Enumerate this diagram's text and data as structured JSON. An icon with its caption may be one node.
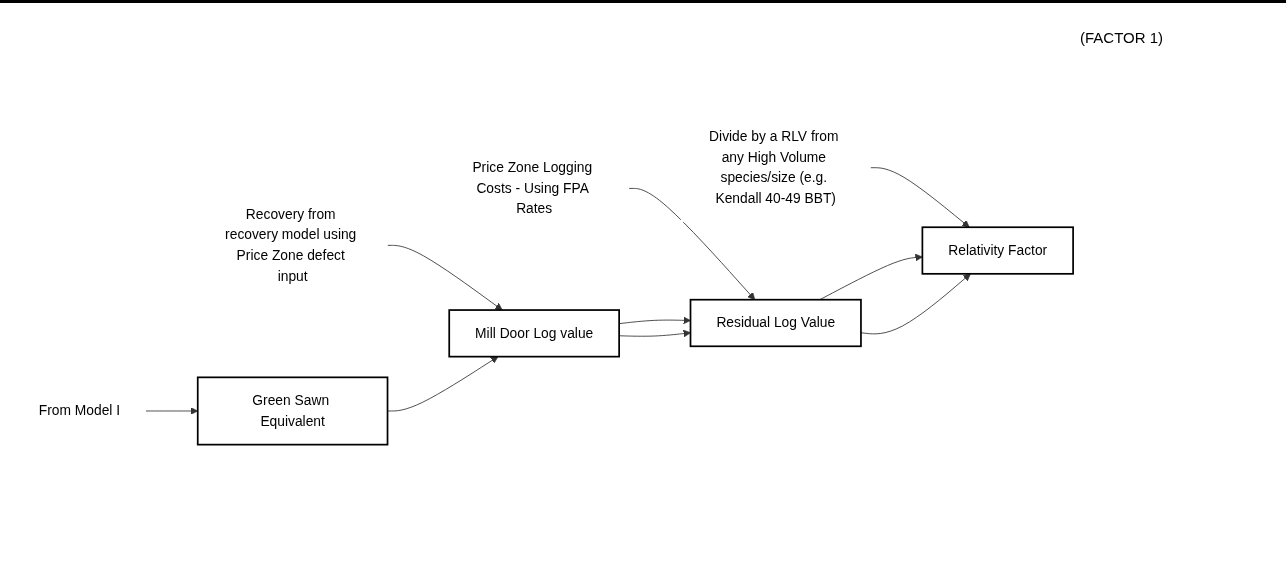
{
  "diagram": {
    "nodes": [
      {
        "text": [
          "From Model I"
        ]
      },
      {
        "text": [
          "Green Sawn Equivalent"
        ]
      },
      {
        "text": [
          "Recovery from recovery model using Price Zone defect input"
        ]
      },
      {
        "text": [
          "Mill Door Log value"
        ]
      },
      {
        "text": [
          "Price Zone Logging Costs - Using FPA Rates"
        ]
      },
      {
        "text": [
          "Residual Log Value"
        ]
      },
      {
        "text": [
          "Divide by a RLV from any High Volume species/size (e.g. Kendall 40-49 BBT)"
        ]
      },
      {
        "text": [
          "Relativity Factor"
        ]
      }
    ],
    "edges": [
      {
        "from": 0,
        "to": 1,
        "arrow": "to"
      },
      {
        "from": 2,
        "to": 3,
        "arrow": "to"
      },
      {
        "from": 4,
        "to": 5,
        "arrow": "to"
      },
      {
        "from": 6,
        "to": 7,
        "arrow": "to"
      },
      {
        "from": 1,
        "to": 3,
        "arrow": "to"
      },
      {
        "from": 3,
        "to": 5,
        "arrow": "to"
      },
      {
        "from": 3,
        "to": 5,
        "arrow": "to"
      },
      {
        "from": 5,
        "to": 7,
        "arrow": "to"
      },
      {
        "from": 5,
        "to": 7,
        "arrow": "to"
      }
    ],
    "labels": [
      "(FACTOR 1)"
    ]
  }
}
